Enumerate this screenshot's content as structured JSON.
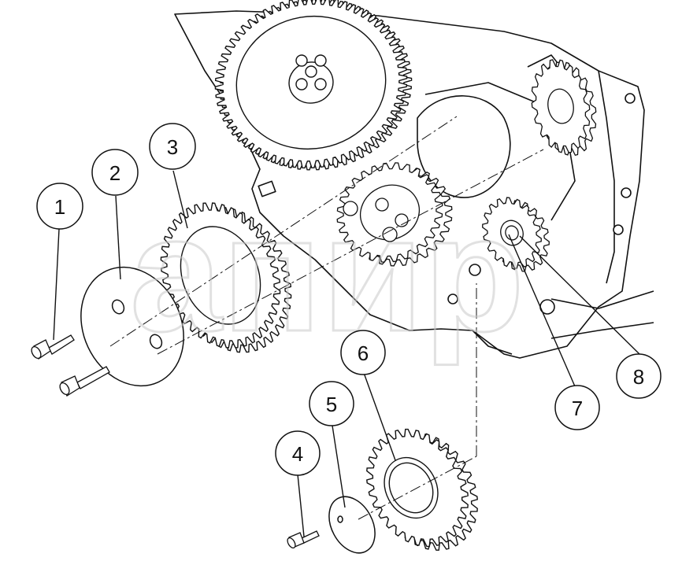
{
  "diagram": {
    "callouts": [
      {
        "id": "1",
        "label": "1"
      },
      {
        "id": "2",
        "label": "2"
      },
      {
        "id": "3",
        "label": "3"
      },
      {
        "id": "4",
        "label": "4"
      },
      {
        "id": "5",
        "label": "5"
      },
      {
        "id": "6",
        "label": "6"
      },
      {
        "id": "7",
        "label": "7"
      },
      {
        "id": "8",
        "label": "8"
      }
    ],
    "watermark": "апир",
    "colors": {
      "line": "#111111",
      "watermark": "#c9c9c9"
    }
  }
}
